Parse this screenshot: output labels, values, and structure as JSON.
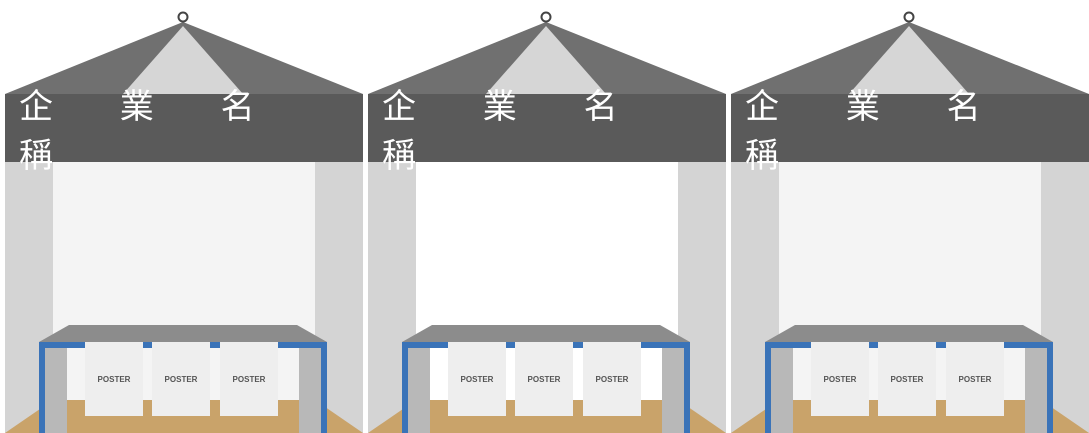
{
  "booths": [
    {
      "company_name": "企 業 名 稱",
      "posters": [
        "POSTER",
        "POSTER",
        "POSTER"
      ]
    },
    {
      "company_name": "企 業 名 稱",
      "posters": [
        "POSTER",
        "POSTER",
        "POSTER"
      ]
    },
    {
      "company_name": "企 業 名 稱",
      "posters": [
        "POSTER",
        "POSTER",
        "POSTER"
      ]
    }
  ],
  "colors": {
    "roof_dark": "#707070",
    "roof_light": "#d6d6d6",
    "signboard": "#5a5a5a",
    "side_wall": "#d4d4d4",
    "back_wall": "#f4f4f4",
    "counter_top": "#8c8c8c",
    "counter_frame": "#3a73b8",
    "floor": "#c9a36a"
  }
}
